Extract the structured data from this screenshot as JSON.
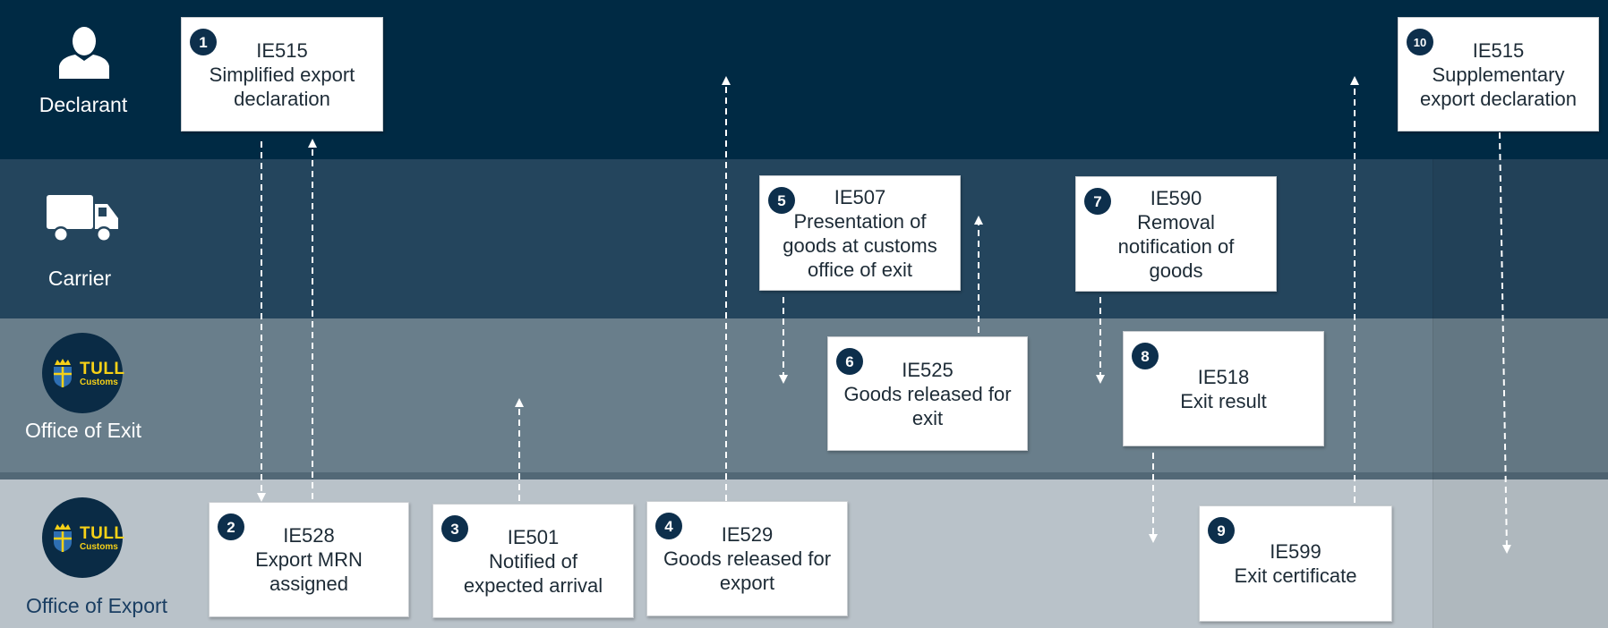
{
  "lanes": {
    "declarant": {
      "label": "Declarant",
      "icon": "person-icon"
    },
    "carrier": {
      "label": "Carrier",
      "icon": "truck-icon"
    },
    "office_exit": {
      "label": "Office of Exit",
      "logo_text": "TULL",
      "logo_subtext": "Customs"
    },
    "office_export": {
      "label": "Office of Export",
      "logo_text": "TULL",
      "logo_subtext": "Customs"
    }
  },
  "steps": [
    {
      "num": "1",
      "code": "IE515",
      "desc": "Simplified export declaration"
    },
    {
      "num": "2",
      "code": "IE528",
      "desc": "Export MRN assigned"
    },
    {
      "num": "3",
      "code": "IE501",
      "desc": "Notified of expected arrival"
    },
    {
      "num": "4",
      "code": "IE529",
      "desc": "Goods released for export"
    },
    {
      "num": "5",
      "code": "IE507",
      "desc": "Presentation of goods at customs office of exit"
    },
    {
      "num": "6",
      "code": "IE525",
      "desc": "Goods released for exit"
    },
    {
      "num": "7",
      "code": "IE590",
      "desc": "Removal notification of goods"
    },
    {
      "num": "8",
      "code": "IE518",
      "desc": "Exit result"
    },
    {
      "num": "9",
      "code": "IE599",
      "desc": "Exit certificate"
    },
    {
      "num": "10",
      "code": "IE515",
      "desc": "Supplementary export declaration"
    }
  ]
}
